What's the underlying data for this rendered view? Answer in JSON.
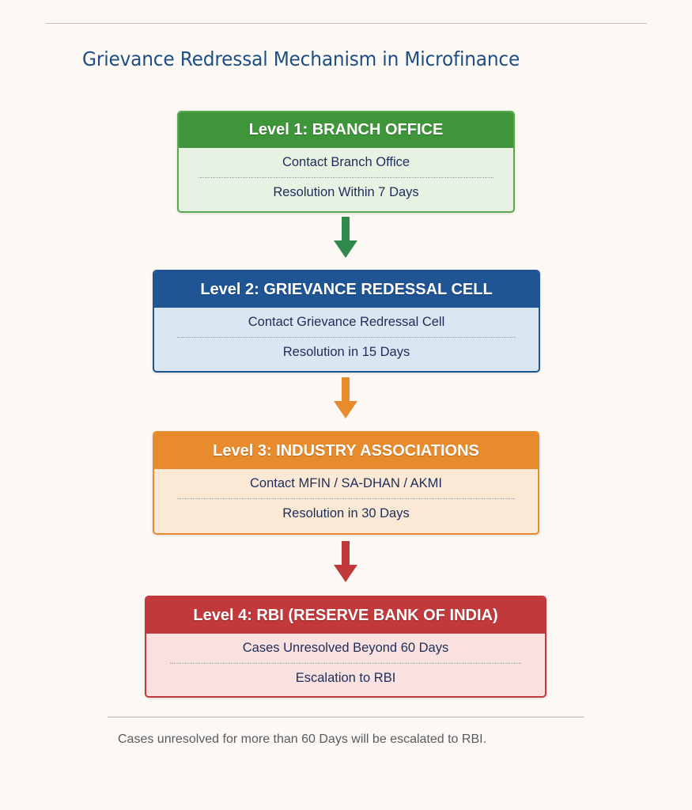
{
  "title": "Grievance Redressal Mechanism in Microfinance",
  "levels": [
    {
      "heading": "Level 1: BRANCH OFFICE",
      "line1": "Contact Branch Office",
      "line2": "Resolution Within 7 Days",
      "color": "#3f953a"
    },
    {
      "heading": "Level 2: GRIEVANCE REDESSAL CELL",
      "line1": "Contact Grievance Redressal Cell",
      "line2": "Resolution in 15 Days",
      "color": "#1f5495"
    },
    {
      "heading": "Level 3: INDUSTRY ASSOCIATIONS",
      "line1": "Contact MFIN / SA-DHAN / AKMI",
      "line2": "Resolution in 30 Days",
      "color": "#e88b2c"
    },
    {
      "heading": "Level 4: RBI (RESERVE BANK OF INDIA)",
      "line1": "Cases Unresolved Beyond 60 Days",
      "line2": "Escalation to RBI",
      "color": "#c2393b"
    }
  ],
  "arrows": [
    {
      "icon": "arrow-down-icon",
      "color": "#2f8a4c"
    },
    {
      "icon": "arrow-down-icon",
      "color": "#e88b2c"
    },
    {
      "icon": "arrow-down-icon",
      "color": "#c2393b"
    }
  ],
  "footnote": "Cases unresolved for more than 60 Days will be escalated to RBI."
}
